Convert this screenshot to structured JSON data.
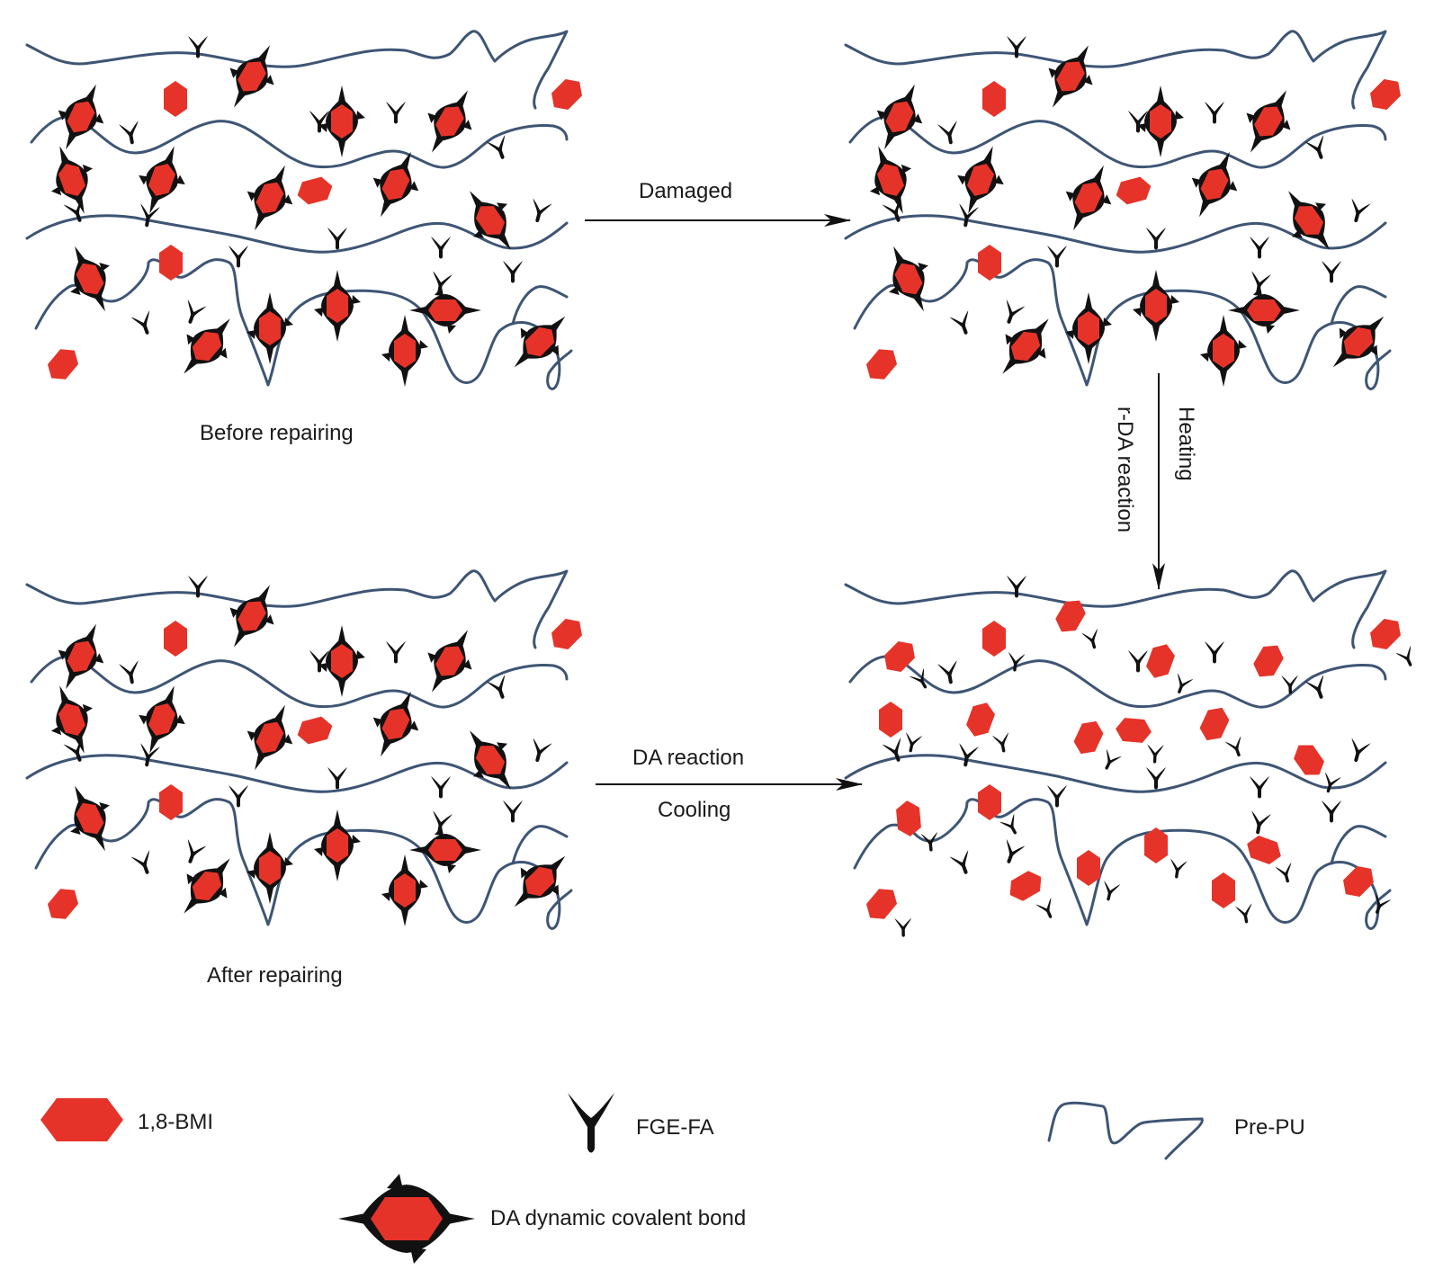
{
  "colors": {
    "chain": "#3e5574",
    "bmi": "#e63329",
    "fge": "#111111",
    "arrow": "#111111",
    "text": "#1a1a1a",
    "background": "#ffffff"
  },
  "panels": {
    "before": {
      "caption": "Before repairing",
      "state": "bonded"
    },
    "damaged": {
      "caption": "",
      "state": "bonded"
    },
    "heated": {
      "caption": "",
      "state": "dissociated"
    },
    "after": {
      "caption": "After repairing",
      "state": "bonded"
    }
  },
  "transitions": {
    "damage": {
      "label": "Damaged"
    },
    "heating": {
      "label_outer": "Heating",
      "label_inner": "r-DA reaction"
    },
    "cooling": {
      "label_top": "DA reaction",
      "label_bottom": "Cooling"
    }
  },
  "legend": {
    "bmi": "1,8-BMI",
    "fge": "FGE-FA",
    "prepu": "Pre-PU",
    "da_bond": "DA dynamic covalent bond"
  },
  "icons": {
    "bmi": "red-hexagon",
    "fge": "black-y-shape",
    "prepu": "blue-wavy-line",
    "da_bond": "red-hexagon-with-black-clamps"
  }
}
